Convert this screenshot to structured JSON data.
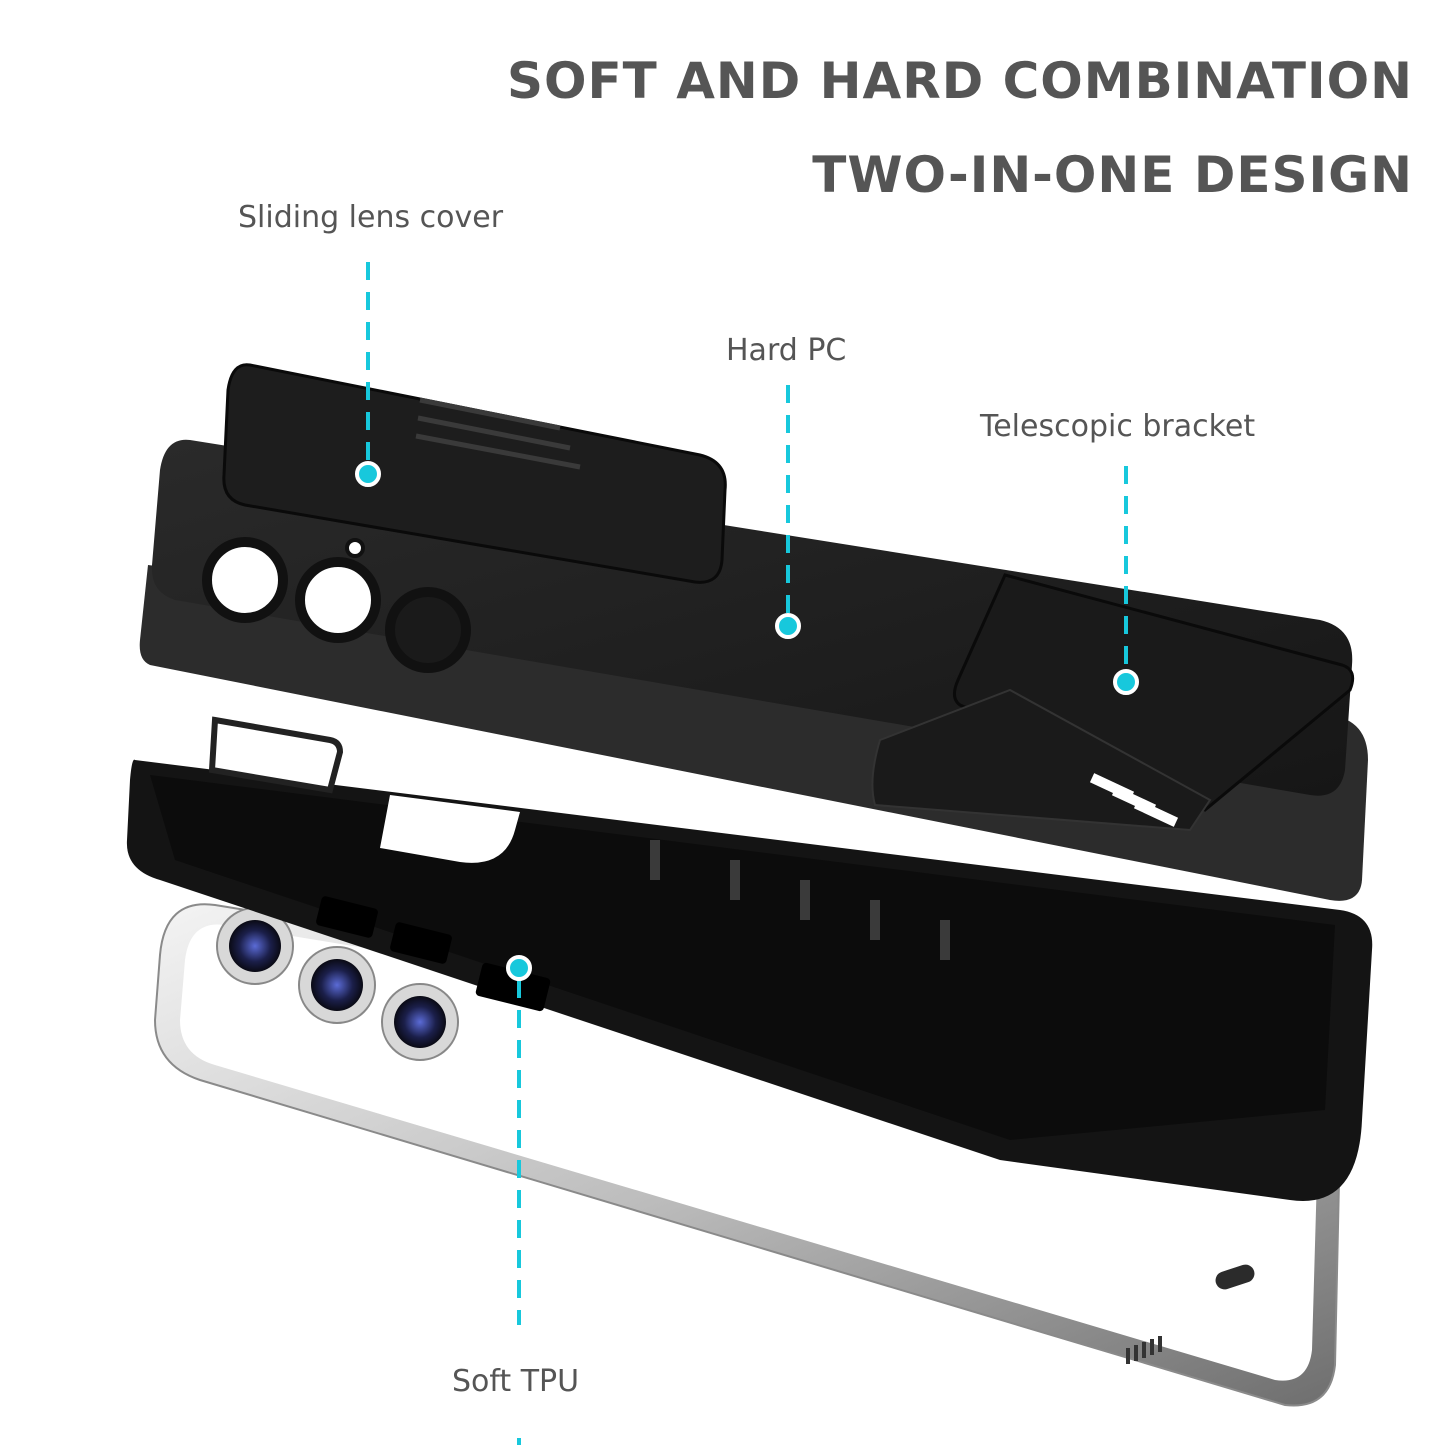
{
  "headline": {
    "line1": "SOFT AND HARD COMBINATION",
    "line2": "TWO-IN-ONE DESIGN"
  },
  "callouts": {
    "lens_cover": "Sliding lens cover",
    "hard_pc": "Hard PC",
    "bracket": "Telescopic bracket",
    "soft_tpu": "Soft TPU"
  },
  "colors": {
    "accent": "#17C8DC",
    "text": "#555555",
    "case": "#1E1E1E",
    "phone_frame": "#C9C9C9"
  }
}
